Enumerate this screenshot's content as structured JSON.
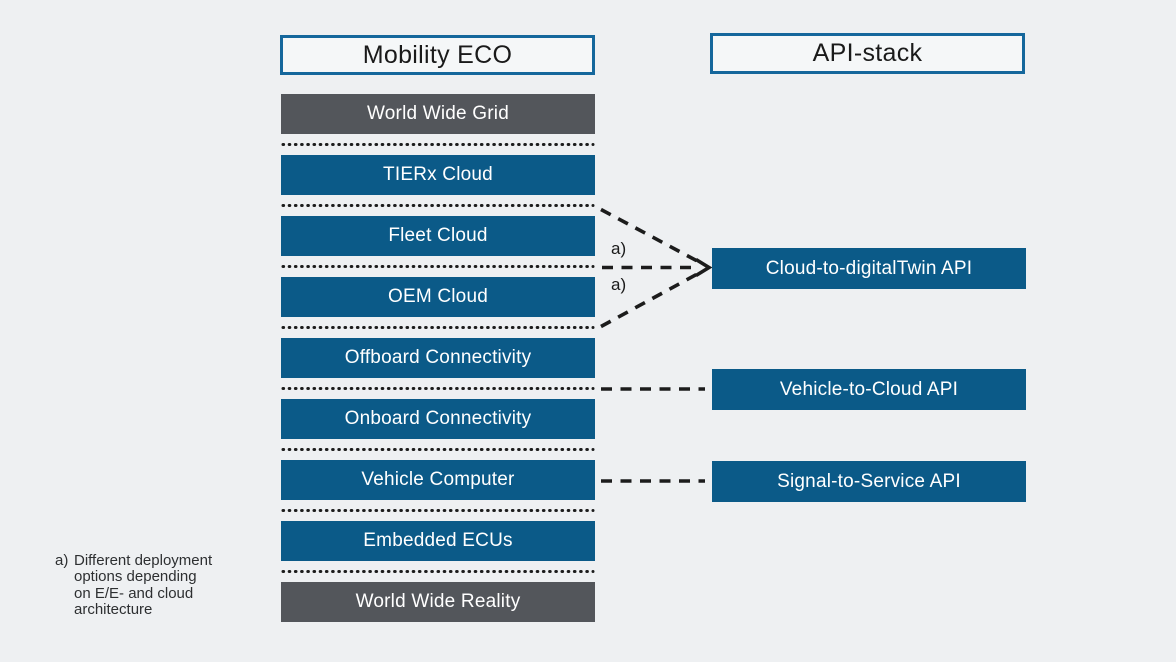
{
  "left_column": {
    "title": "Mobility ECO",
    "layers": [
      {
        "label": "World Wide Grid",
        "style": "gray"
      },
      {
        "label": "TIERx Cloud",
        "style": "blue"
      },
      {
        "label": "Fleet Cloud",
        "style": "blue"
      },
      {
        "label": "OEM Cloud",
        "style": "blue"
      },
      {
        "label": "Offboard Connectivity",
        "style": "blue"
      },
      {
        "label": "Onboard Connectivity",
        "style": "blue"
      },
      {
        "label": "Vehicle Computer",
        "style": "blue"
      },
      {
        "label": "Embedded ECUs",
        "style": "blue"
      },
      {
        "label": "World Wide Reality",
        "style": "gray"
      }
    ]
  },
  "right_column": {
    "title": "API-stack",
    "apis": [
      {
        "label": "Cloud-to-digitalTwin API"
      },
      {
        "label": "Vehicle-to-Cloud API"
      },
      {
        "label": "Signal-to-Service API"
      }
    ]
  },
  "annotations": {
    "marker_1": "a)",
    "marker_2": "a)",
    "footnote_marker": "a)",
    "footnote_text": "Different deployment\noptions depending\non E/E- and cloud\narchitecture"
  },
  "colors": {
    "bar_blue": "#0b5a88",
    "bar_gray": "#53565b",
    "title_border_blue": "#15679c",
    "background": "#eef0f2",
    "connector_black": "#1c1c1c"
  }
}
